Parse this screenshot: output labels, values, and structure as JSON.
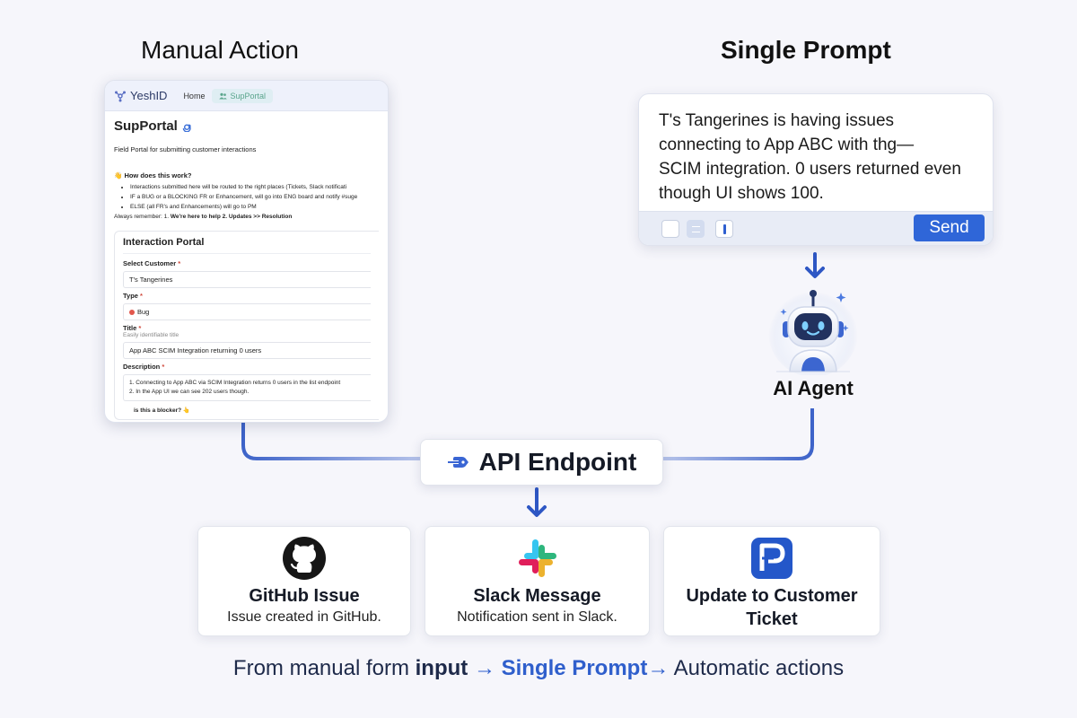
{
  "headings": {
    "manual": "Manual Action",
    "single": "Single Prompt"
  },
  "supportal": {
    "brand": "YeshID",
    "nav_home": "Home",
    "nav_active": "SupPortal",
    "title": "SupPortal",
    "subtitle": "Field Portal for submitting customer interactions",
    "how_title": "How does this work?",
    "how_items": [
      "Interactions submitted here will be routed to the right places (Tickets, Slack notificati",
      "IF a BUG or a BLOCKING FR or Enhancement, will go into ENG board and notify #suge",
      "ELSE (all FR's and Enhancements) will go to PM"
    ],
    "remember_prefix": "Always remember: 1.",
    "remember_bold": "We're here to help 2. Updates >> Resolution",
    "panel_title": "Interaction Portal",
    "customer_label": "Select Customer",
    "customer_value": "T's Tangerines",
    "type_label": "Type",
    "type_value": "Bug",
    "title_label": "Title",
    "title_hint": "Easily identifiable title",
    "title_value": "App ABC SCIM Integration returning 0 users",
    "description_label": "Description",
    "description_line1": "1. Connecting to App ABC via SCIM Integration returns 0 users in the list endpoint",
    "description_line2": "2. In the App UI we can see 202 users though.",
    "blocker_label": "is this a blocker?"
  },
  "prompt": {
    "line1": "T's Tangerines is having issues",
    "line2": "connecting to App ABC with thg—",
    "line3": "SCIM integration. 0 users returned even",
    "line4": "though UI shows 100.",
    "send_label": "Send"
  },
  "agent": {
    "label": "AI Agent"
  },
  "api": {
    "label": "API Endpoint"
  },
  "outputs": [
    {
      "title": "GitHub Issue",
      "subtitle": "Issue created in GitHub.",
      "icon": "github-icon"
    },
    {
      "title": "Slack Message",
      "subtitle": "Notification sent in Slack.",
      "icon": "slack-icon"
    },
    {
      "title_line1": "Update to Customer",
      "title_line2": "Ticket",
      "icon": "ticket-app-icon"
    }
  ],
  "footer": {
    "part1": "From manual form ",
    "part2": "input",
    "arrow1": " → ",
    "part3": "Single Prompt",
    "arrow2": "→ ",
    "part4": "Automatic actions"
  },
  "colors": {
    "accent": "#2f5fcc",
    "connector": "#3d63c9",
    "send_button": "#2f66d8"
  }
}
